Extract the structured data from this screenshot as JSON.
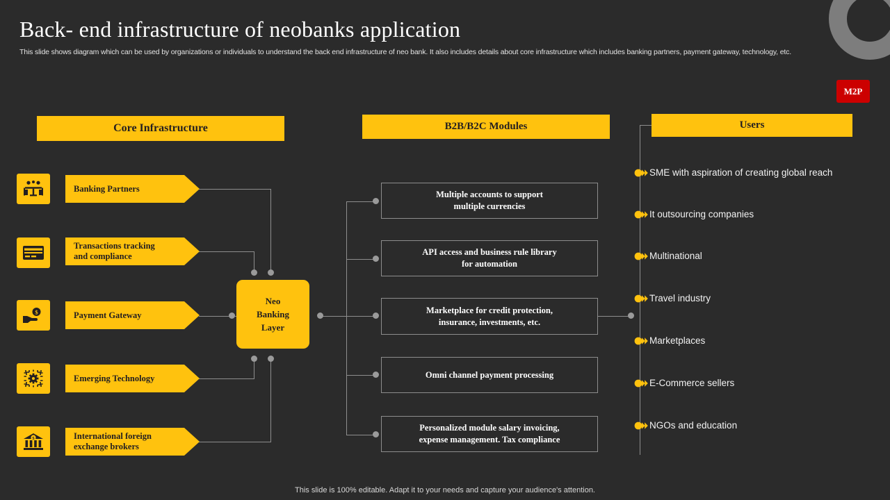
{
  "slide": {
    "title": "Back- end infrastructure of neobanks application",
    "subtitle": "This slide shows diagram which can be used by organizations or individuals to understand the back end infrastructure of neo bank. It also includes details about core infrastructure which includes banking partners, payment gateway, technology, etc.",
    "footer": "This slide is 100% editable. Adapt it to your needs and capture your audience's attention.",
    "logo": "M2P"
  },
  "colors": {
    "background": "#2b2b2b",
    "accent_yellow": "#ffc20e",
    "logo_red": "#cc0000",
    "connector_gray": "#8e8e8e",
    "ring_gray": "#7d7d7d",
    "text_white": "#ffffff",
    "text_dark": "#231f20"
  },
  "core": {
    "heading": "Core Infrastructure",
    "items": [
      {
        "label": "Banking Partners",
        "icon": "meeting-people-icon"
      },
      {
        "label": "Transactions  tracking\nand  compliance",
        "icon": "credit-card-icon"
      },
      {
        "label": "Payment  Gateway",
        "icon": "hand-money-icon"
      },
      {
        "label": "Emerging  Technology",
        "icon": "chip-gear-icon"
      },
      {
        "label": "International  foreign\nexchange brokers",
        "icon": "bank-building-icon"
      }
    ]
  },
  "hub": {
    "label": "Neo\nBanking\nLayer"
  },
  "modules": {
    "heading": "B2B/B2C Modules",
    "items": [
      {
        "label": "Multiple  accounts  to  support\nmultiple  currencies"
      },
      {
        "label": "API access and business rule library\nfor automation"
      },
      {
        "label": "Marketplace  for  credit  protection,\ninsurance,  investments,  etc."
      },
      {
        "label": "Omni  channel payment  processing"
      },
      {
        "label": "Personalized  module  salary invoicing,\nexpense management.  Tax compliance"
      }
    ]
  },
  "users": {
    "heading": "Users",
    "items": [
      {
        "label": "SME with aspiration of creating global reach"
      },
      {
        "label": "It outsourcing companies"
      },
      {
        "label": "Multinational"
      },
      {
        "label": "Travel industry"
      },
      {
        "label": "Marketplaces"
      },
      {
        "label": "E-Commerce sellers"
      },
      {
        "label": "NGOs and education"
      }
    ]
  }
}
